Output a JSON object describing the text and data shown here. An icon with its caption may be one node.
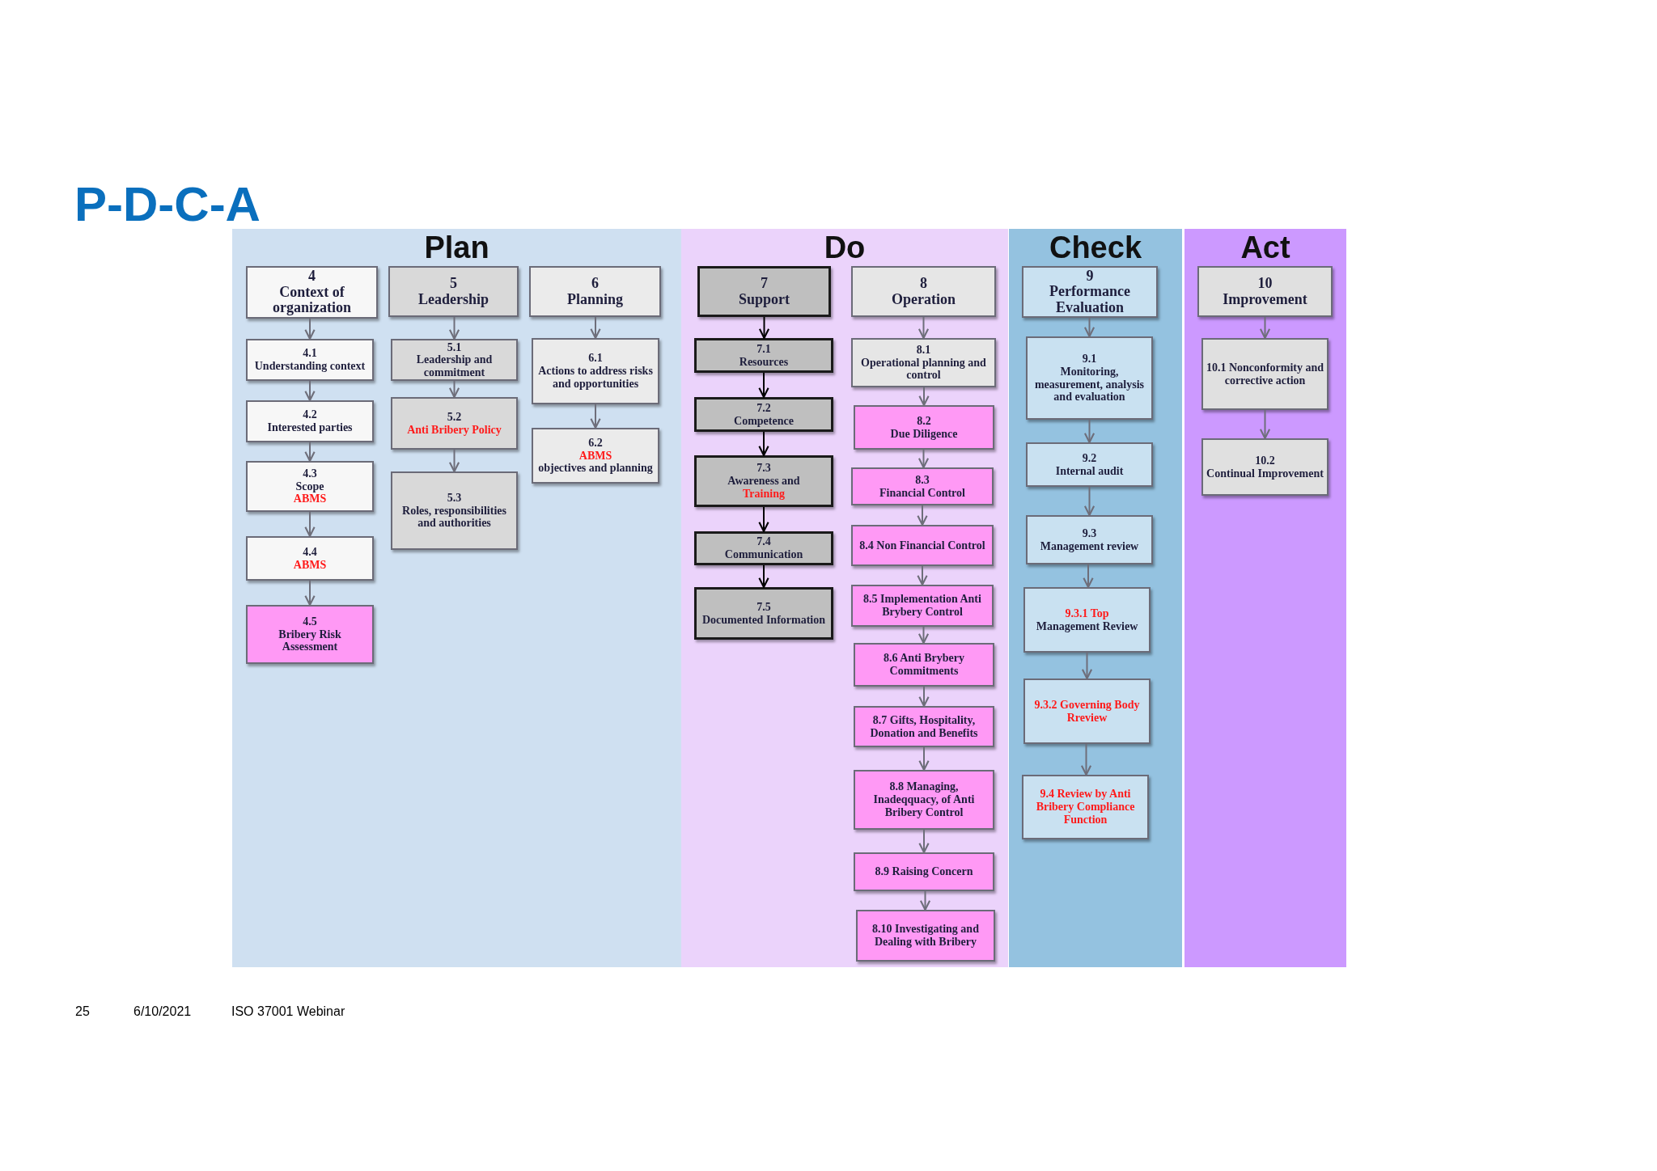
{
  "diagram": {
    "title": "P-D-C-A",
    "nodes": [
      {
        "text": [
          "Plan"
        ]
      },
      {
        "text": [
          "4",
          "Context of organization"
        ],
        "in": 0
      },
      {
        "text": [
          "4.1",
          "Understanding context"
        ],
        "in": 0
      },
      {
        "text": [
          "4.2",
          "Interested parties"
        ],
        "in": 0
      },
      {
        "text": [
          "4.3",
          "Scope",
          "ABMS"
        ],
        "in": 0
      },
      {
        "text": [
          "4.4",
          "ABMS"
        ],
        "in": 0
      },
      {
        "text": [
          "4.5",
          "Bribery Risk Assessment"
        ],
        "in": 0
      },
      {
        "text": [
          "5",
          "Leadership"
        ],
        "in": 0
      },
      {
        "text": [
          "5.1",
          "Leadership and commitment"
        ],
        "in": 0
      },
      {
        "text": [
          "5.2",
          "Anti Bribery Policy"
        ],
        "in": 0
      },
      {
        "text": [
          "5.3",
          "Roles, responsibilities and authorities"
        ],
        "in": 0
      },
      {
        "text": [
          "6",
          "Planning"
        ],
        "in": 0
      },
      {
        "text": [
          "6.1",
          "Actions to address risks and opportunities"
        ],
        "in": 0
      },
      {
        "text": [
          "6.2",
          "ABMS",
          "objectives and planning"
        ],
        "in": 0
      },
      {
        "text": [
          "Do"
        ]
      },
      {
        "text": [
          "7",
          "Support"
        ],
        "in": 14
      },
      {
        "text": [
          "7.1",
          "Resources"
        ],
        "in": 14
      },
      {
        "text": [
          "7.2",
          "Competence"
        ],
        "in": 14
      },
      {
        "text": [
          "7.3",
          "Awareness and",
          "Training"
        ],
        "in": 14
      },
      {
        "text": [
          "7.4",
          "Communication"
        ],
        "in": 14
      },
      {
        "text": [
          "7.5",
          "Documented Information"
        ],
        "in": 14
      },
      {
        "text": [
          "8",
          "Operation"
        ],
        "in": 14
      },
      {
        "text": [
          "8.1",
          "Operational planning and control"
        ],
        "in": 14
      },
      {
        "text": [
          "8.2",
          "Due Diligence"
        ],
        "in": 14
      },
      {
        "text": [
          "8.3",
          "Financial Control"
        ],
        "in": 14
      },
      {
        "text": [
          "8.4 Non Financial Control"
        ],
        "in": 14
      },
      {
        "text": [
          "8.5 Implementation Anti Brybery Control"
        ],
        "in": 14
      },
      {
        "text": [
          "8.6 Anti Brybery Commitments"
        ],
        "in": 14
      },
      {
        "text": [
          "8.7 Gifts, Hospitality, Donation and Benefits"
        ],
        "in": 14
      },
      {
        "text": [
          "8.8 Managing, Inadeqquacy, of Anti Bribery Control"
        ],
        "in": 14
      },
      {
        "text": [
          "8.9 Raising Concern"
        ],
        "in": 14
      },
      {
        "text": [
          "8.10 Investigating and Dealing with Bribery"
        ],
        "in": 14
      },
      {
        "text": [
          "Check"
        ]
      },
      {
        "text": [
          "9",
          "Performance Evaluation"
        ],
        "in": 32
      },
      {
        "text": [
          "9.1",
          "Monitoring, measurement, analysis and evaluation"
        ],
        "in": 32
      },
      {
        "text": [
          "9.2",
          "Internal audit"
        ],
        "in": 32
      },
      {
        "text": [
          "9.3",
          "Management review"
        ],
        "in": 32
      },
      {
        "text": [
          "9.3.1 Top",
          "Management Review"
        ],
        "in": 32
      },
      {
        "text": [
          "9.3.2 Governing Body Rreview"
        ],
        "in": 32
      },
      {
        "text": [
          "9.4 Review  by Anti Bribery Compliance Function"
        ],
        "in": 32
      },
      {
        "text": [
          "Act"
        ]
      },
      {
        "text": [
          "10",
          "Improvement"
        ],
        "in": 40
      },
      {
        "text": [
          "10.1 Nonconformity and corrective action"
        ],
        "in": 40
      },
      {
        "text": [
          "10.2",
          "Continual Improvement"
        ],
        "in": 40
      }
    ],
    "edges": [
      {
        "from": 1,
        "to": 2,
        "arrow": "to"
      },
      {
        "from": 2,
        "to": 3,
        "arrow": "to"
      },
      {
        "from": 3,
        "to": 4,
        "arrow": "to"
      },
      {
        "from": 4,
        "to": 5,
        "arrow": "to"
      },
      {
        "from": 5,
        "to": 6,
        "arrow": "to"
      },
      {
        "from": 7,
        "to": 8,
        "arrow": "to"
      },
      {
        "from": 8,
        "to": 9,
        "arrow": "to"
      },
      {
        "from": 9,
        "to": 10,
        "arrow": "to"
      },
      {
        "from": 11,
        "to": 12,
        "arrow": "to"
      },
      {
        "from": 12,
        "to": 13,
        "arrow": "to"
      },
      {
        "from": 15,
        "to": 16,
        "arrow": "to",
        "color": "#000000"
      },
      {
        "from": 16,
        "to": 17,
        "arrow": "to",
        "color": "#000000"
      },
      {
        "from": 17,
        "to": 18,
        "arrow": "to",
        "color": "#000000"
      },
      {
        "from": 18,
        "to": 19,
        "arrow": "to",
        "color": "#000000"
      },
      {
        "from": 19,
        "to": 20,
        "arrow": "to",
        "color": "#000000"
      },
      {
        "from": 21,
        "to": 22,
        "arrow": "to"
      },
      {
        "from": 22,
        "to": 23,
        "arrow": "to"
      },
      {
        "from": 23,
        "to": 24,
        "arrow": "to"
      },
      {
        "from": 24,
        "to": 25,
        "arrow": "to"
      },
      {
        "from": 25,
        "to": 26,
        "arrow": "to"
      },
      {
        "from": 26,
        "to": 27,
        "arrow": "to"
      },
      {
        "from": 27,
        "to": 28,
        "arrow": "to"
      },
      {
        "from": 28,
        "to": 29,
        "arrow": "to"
      },
      {
        "from": 29,
        "to": 30,
        "arrow": "to"
      },
      {
        "from": 30,
        "to": 31,
        "arrow": "to"
      },
      {
        "from": 33,
        "to": 34,
        "arrow": "to"
      },
      {
        "from": 34,
        "to": 35,
        "arrow": "to"
      },
      {
        "from": 35,
        "to": 36,
        "arrow": "to"
      },
      {
        "from": 36,
        "to": 37,
        "arrow": "to"
      },
      {
        "from": 37,
        "to": 38,
        "arrow": "to"
      },
      {
        "from": 38,
        "to": 39,
        "arrow": "to"
      },
      {
        "from": 41,
        "to": 42,
        "arrow": "to"
      },
      {
        "from": 42,
        "to": 43,
        "arrow": "to"
      }
    ],
    "labels": [
      "25",
      "6/10/2021",
      "ISO 37001 Webinar"
    ]
  }
}
